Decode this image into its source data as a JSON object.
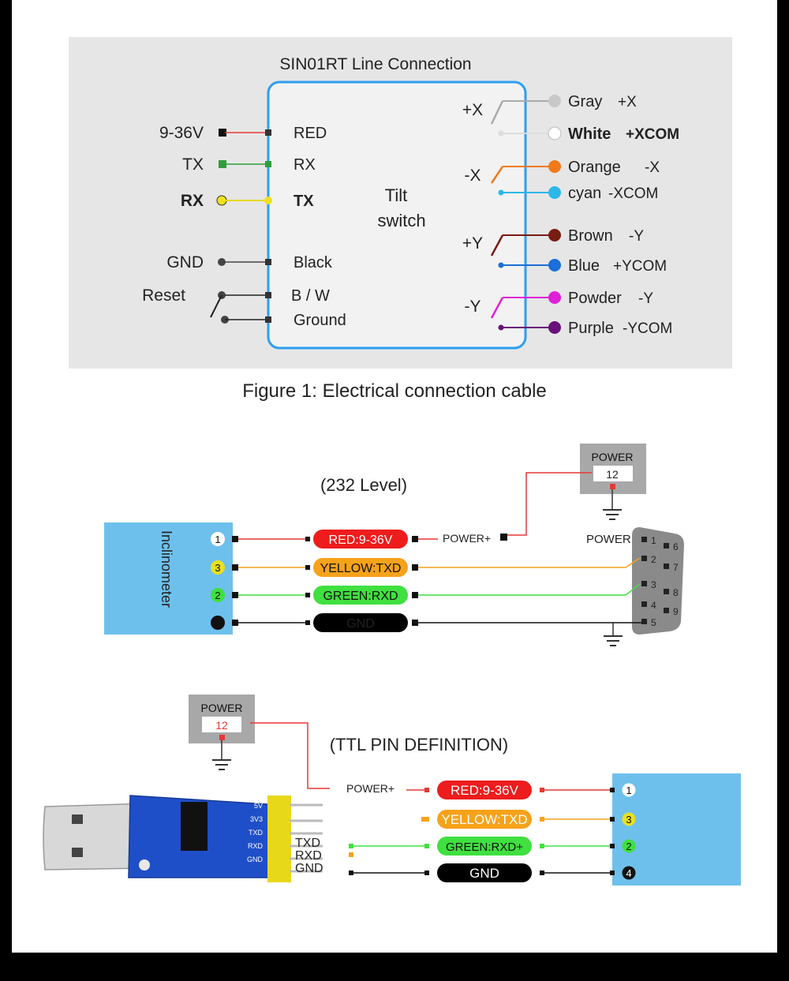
{
  "figure1": {
    "title": "SIN01RT Line Connection",
    "caption": "Figure 1: Electrical connection cable",
    "center_label_line1": "Tilt",
    "center_label_line2": "switch",
    "left_terminals": [
      {
        "outside": "9-36V",
        "inside": "RED",
        "color": "#e53935"
      },
      {
        "outside": "TX",
        "inside": "RX",
        "color": "#2e9e3a"
      },
      {
        "outside": "RX",
        "inside": "TX",
        "color": "#e8d81a"
      },
      {
        "outside": "GND",
        "inside": "Black",
        "color": "#444444"
      },
      {
        "outside": "Reset",
        "inside": "B / W",
        "color": "#222222"
      },
      {
        "outside": "",
        "inside": "Ground",
        "color": "#222222"
      }
    ],
    "switch_labels": [
      "+X",
      "-X",
      "+Y",
      "-Y"
    ],
    "right_wires": [
      {
        "color_name": "Gray",
        "signal": "+X",
        "color": "#c8c8c8"
      },
      {
        "color_name": "White",
        "signal": "+XCOM",
        "color": "#ffffff"
      },
      {
        "color_name": "Orange",
        "signal": "-X",
        "color": "#f07a1a"
      },
      {
        "color_name": "cyan",
        "signal": "-XCOM",
        "color": "#2cb8e8"
      },
      {
        "color_name": "Brown",
        "signal": "-Y",
        "color": "#7a1c12"
      },
      {
        "color_name": "Blue",
        "signal": "+YCOM",
        "color": "#1a6fd8"
      },
      {
        "color_name": "Powder",
        "signal": "-Y",
        "color": "#e020d8"
      },
      {
        "color_name": "Purple",
        "signal": "-YCOM",
        "color": "#6a107a"
      }
    ]
  },
  "rs232": {
    "title": "(232 Level)",
    "device_label": "Inclinometer",
    "pins": [
      "1",
      "3",
      "2",
      ""
    ],
    "cables": [
      {
        "label": "RED:9-36V",
        "color": "#ee1c1c",
        "text_color": "#ffffff"
      },
      {
        "label": "YELLOW:TXD",
        "color": "#f6a21a",
        "text_color": "#111111"
      },
      {
        "label": "GREEN:RXD",
        "color": "#3fe03f",
        "text_color": "#111111"
      },
      {
        "label": "GND",
        "color": "#000000",
        "text_color": "#222222"
      }
    ],
    "power_plus_label": "POWER+",
    "power_box_label": "POWER",
    "power_box_value": "12",
    "db9_power_label": "POWER",
    "db9_pins": [
      "1",
      "2",
      "3",
      "4",
      "5",
      "6",
      "7",
      "8",
      "9"
    ]
  },
  "ttl": {
    "title": "(TTL PIN DEFINITION)",
    "power_box_label": "POWER",
    "power_box_value": "12",
    "power_plus_label": "POWER+",
    "usb_labels": [
      "TXD",
      "RXD",
      "GND"
    ],
    "board_pin_labels": [
      "5V",
      "3V3",
      "TXD",
      "RXD",
      "GND"
    ],
    "cables": [
      {
        "label": "RED:9-36V",
        "color": "#ee1c1c",
        "text_color": "#ffffff"
      },
      {
        "label": "YELLOW:TXD",
        "color": "#f6a21a",
        "text_color": "#ffffff"
      },
      {
        "label": "GREEN:RXD+",
        "color": "#3fe03f",
        "text_color": "#111111"
      },
      {
        "label": "GND",
        "color": "#000000",
        "text_color": "#ffffff"
      }
    ],
    "pins": [
      "1",
      "3",
      "2",
      "4"
    ]
  }
}
